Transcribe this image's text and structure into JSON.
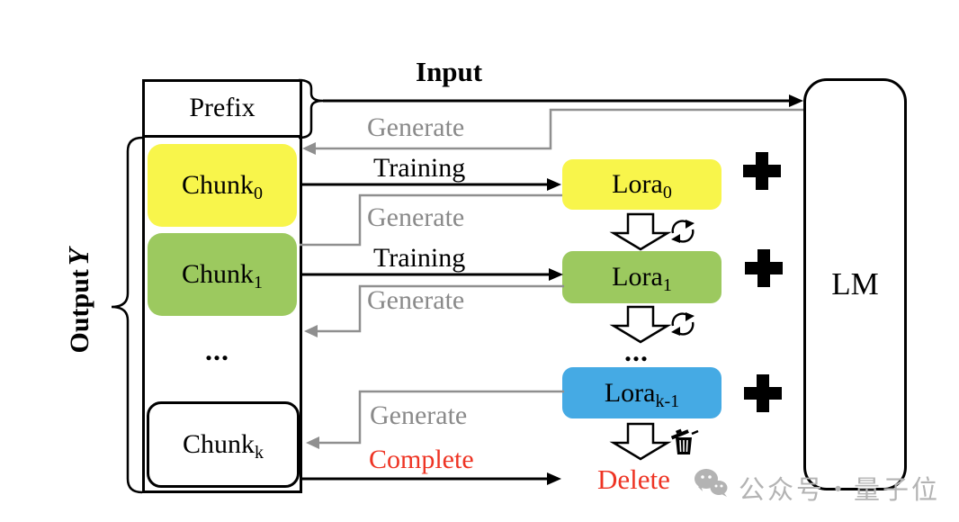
{
  "colors": {
    "yellow": "#f8f54b",
    "green": "#9cc95f",
    "blue": "#45aae4",
    "gray_arrow": "#8f8f8f",
    "gray_text": "#8a8a8a",
    "red": "#ee3424",
    "watermark_gray": "#b3b3b3",
    "black": "#000000",
    "white": "#ffffff"
  },
  "output_brace": {
    "word": "Output",
    "symbol": "Y"
  },
  "prefix": {
    "label": "Prefix"
  },
  "input": {
    "label": "Input"
  },
  "lm": {
    "label": "LM"
  },
  "chunks": {
    "items": [
      {
        "base": "Chunk",
        "sub": "0"
      },
      {
        "base": "Chunk",
        "sub": "1"
      },
      {
        "base": "Chunk",
        "sub": "k"
      }
    ],
    "ellipsis": "..."
  },
  "loras": {
    "items": [
      {
        "base": "Lora",
        "sub": "0"
      },
      {
        "base": "Lora",
        "sub": "1"
      },
      {
        "base": "Lora",
        "sub": "k-1"
      }
    ],
    "ellipsis": "..."
  },
  "edge_labels": {
    "training": "Training",
    "generate": "Generate",
    "complete": "Complete",
    "delete": "Delete"
  },
  "icons": {
    "plus": "+",
    "block_down_arrow": "⇩",
    "refresh": "⟳",
    "trash": "🗑",
    "wechat": "wechat-bubbles"
  },
  "watermark": {
    "text": "公众号・量子位"
  }
}
